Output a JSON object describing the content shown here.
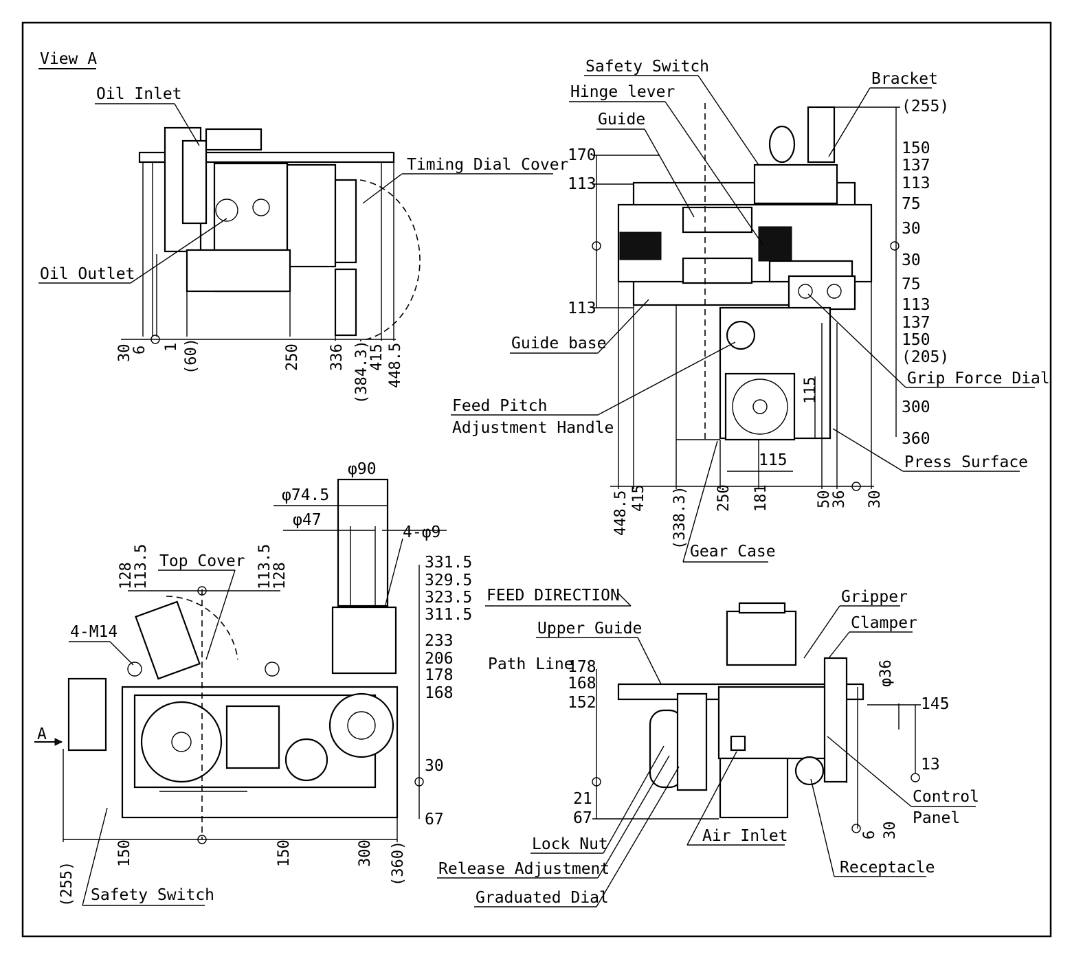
{
  "views": {
    "view_a": {
      "title": "View A",
      "labels": {
        "oil_inlet": "Oil Inlet",
        "oil_outlet": "Oil Outlet",
        "timing_dial_cover": "Timing Dial Cover"
      },
      "dims": {
        "d30": "30",
        "d6": "6",
        "d1": "1",
        "d60": "(60)",
        "d250": "250",
        "d336": "336",
        "d384": "(384.3)",
        "d415": "415",
        "d448": "448.5"
      }
    },
    "top_right": {
      "labels": {
        "safety_switch": "Safety Switch",
        "hinge_lever": "Hinge lever",
        "guide": "Guide",
        "bracket": "Bracket",
        "guide_base": "Guide base",
        "feed_pitch_1": "Feed Pitch",
        "feed_pitch_2": "Adjustment Handle",
        "grip_force_dial": "Grip Force Dial",
        "press_surface": "Press Surface",
        "gear_case": "Gear Case"
      },
      "dims_left": {
        "d170": "170",
        "d113a": "113",
        "d113b": "113"
      },
      "dims_right": {
        "d255": "(255)",
        "d150a": "150",
        "d137a": "137",
        "d113a": "113",
        "d75a": "75",
        "d30a": "30",
        "d30b": "30",
        "d75b": "75",
        "d113b": "113",
        "d137b": "137",
        "d150b": "150",
        "d205": "(205)",
        "d300": "300",
        "d360": "360"
      },
      "dims_inner": {
        "d115v": "115",
        "d115h": "115"
      },
      "dims_bottom": {
        "d448": "448.5",
        "d415": "415",
        "d338": "(338.3)",
        "d250": "250",
        "d181": "181",
        "d50": "50",
        "d36": "36",
        "d30": "30"
      }
    },
    "bottom_left": {
      "labels": {
        "top_cover": "Top Cover",
        "m14": "4-M14",
        "safety_switch": "Safety Switch",
        "arrow_a": "A"
      },
      "dims_top": {
        "phi90": "φ90",
        "phi745": "φ74.5",
        "phi47": "φ47",
        "hole": "4-φ9",
        "d128a": "128",
        "d1135a": "113.5",
        "d1135b": "113.5",
        "d128b": "128"
      },
      "dims_right": {
        "d3315": "331.5",
        "d3295": "329.5",
        "d3235": "323.5",
        "d3115": "311.5",
        "d233": "233",
        "d206": "206",
        "d178": "178",
        "d168": "168",
        "d30": "30",
        "d67": "67"
      },
      "dims_bottom": {
        "d255": "(255)",
        "d150a": "150",
        "d150b": "150",
        "d300": "300",
        "d360": "(360)"
      }
    },
    "bottom_right": {
      "labels": {
        "feed_direction": "FEED DIRECTION",
        "gripper": "Gripper",
        "clamper": "Clamper",
        "upper_guide": "Upper Guide",
        "path_line": "Path Line",
        "phi36": "φ36",
        "control_1": "Control",
        "control_2": "Panel",
        "lock_nut": "Lock Nut",
        "release_adj": "Release Adjustment",
        "graduated_dial": "Graduated Dial",
        "air_inlet": "Air Inlet",
        "receptacle": "Receptacle"
      },
      "dims_left": {
        "d178": "178",
        "d168": "168",
        "d152": "152",
        "d21": "21",
        "d67": "67"
      },
      "dims_right": {
        "d145": "145",
        "d13": "13",
        "d6": "6",
        "d30": "30"
      }
    }
  }
}
